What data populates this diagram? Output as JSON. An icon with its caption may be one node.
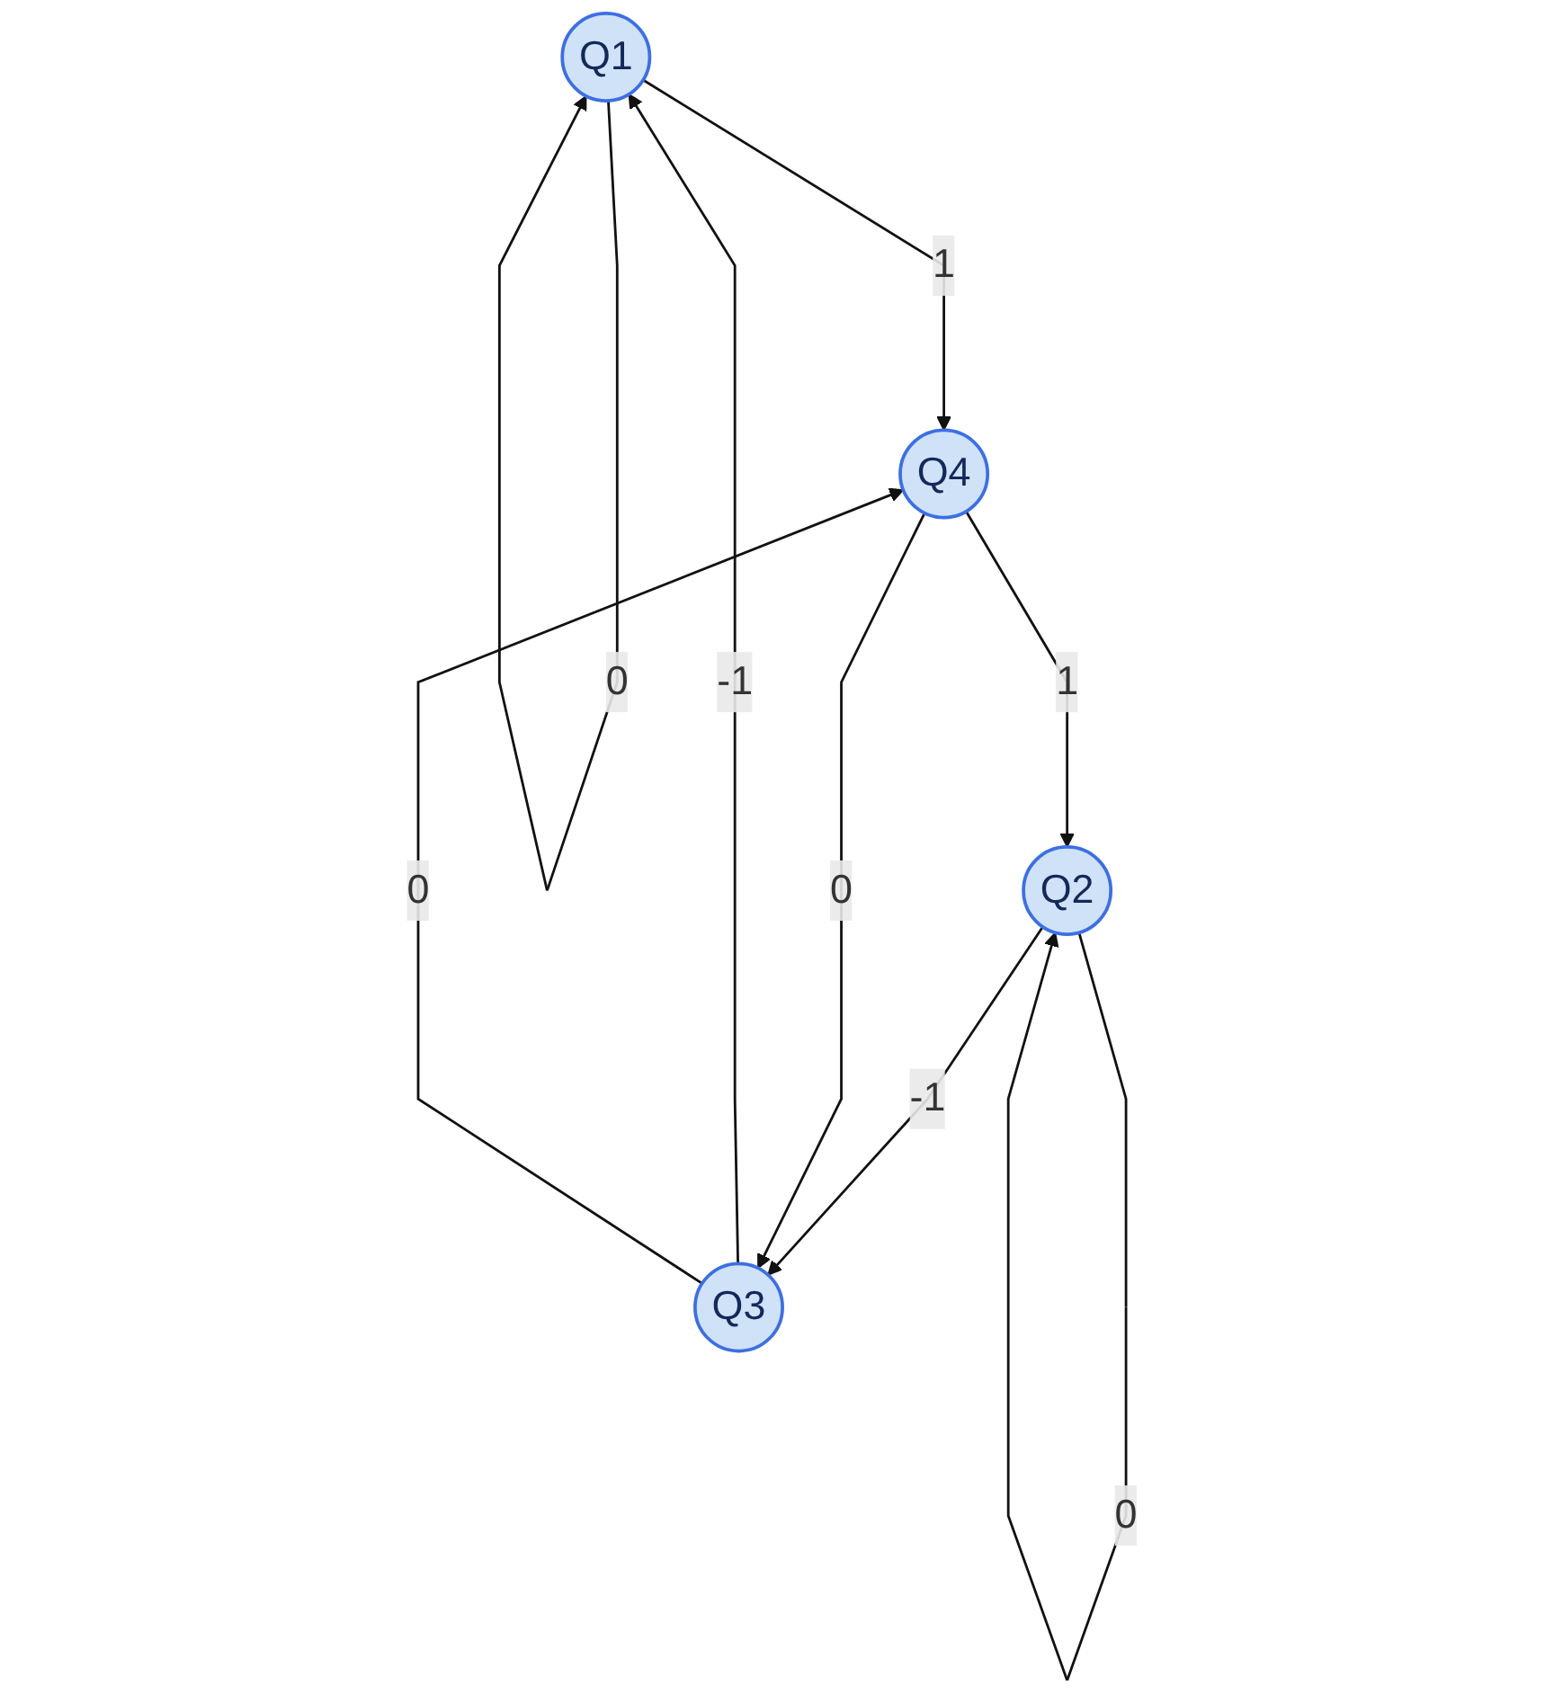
{
  "diagram": {
    "nodes": [
      {
        "text": [
          "Q1"
        ]
      },
      {
        "text": [
          "Q2"
        ]
      },
      {
        "text": [
          "Q3"
        ]
      },
      {
        "text": [
          "Q4"
        ]
      }
    ],
    "edges": [
      {
        "from": 0,
        "to": 0,
        "arrow": "to",
        "label": "0"
      },
      {
        "from": 1,
        "to": 1,
        "arrow": "to",
        "label": "0"
      },
      {
        "from": 2,
        "to": 0,
        "arrow": "to",
        "label": "-1"
      },
      {
        "from": 1,
        "to": 2,
        "arrow": "to",
        "label": "-1"
      },
      {
        "from": 0,
        "to": 3,
        "arrow": "to",
        "label": "1"
      },
      {
        "from": 3,
        "to": 1,
        "arrow": "to",
        "label": "1"
      },
      {
        "from": 2,
        "to": 3,
        "arrow": "to",
        "label": "0"
      },
      {
        "from": 3,
        "to": 2,
        "arrow": "to",
        "label": "0"
      }
    ]
  }
}
